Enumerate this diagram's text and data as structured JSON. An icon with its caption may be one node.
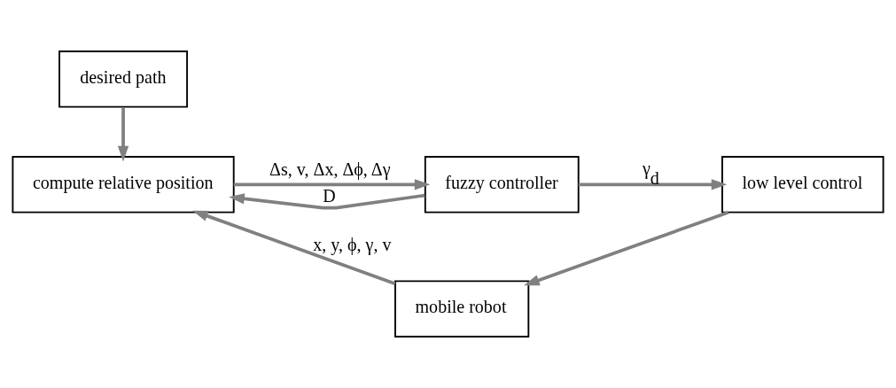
{
  "diagram": {
    "nodes": [
      {
        "text": [
          "desired path"
        ]
      },
      {
        "text": [
          "compute relative position"
        ]
      },
      {
        "text": [
          "fuzzy controller"
        ]
      },
      {
        "text": [
          "low level control"
        ]
      },
      {
        "text": [
          "mobile robot"
        ]
      }
    ],
    "edges": [
      {
        "from": 0,
        "to": 1,
        "arrow": "to"
      },
      {
        "from": 1,
        "to": 2,
        "arrow": "to",
        "label": "Δs, v, Δx, Δϕ, Δγ"
      },
      {
        "from": 2,
        "to": 1,
        "arrow": "to",
        "label": "D"
      },
      {
        "from": 2,
        "to": 3,
        "arrow": "to",
        "label": "γ$_{d}$"
      },
      {
        "from": 3,
        "to": 4,
        "arrow": "to"
      },
      {
        "from": 4,
        "to": 1,
        "arrow": "to",
        "label": "x, y, ϕ, γ, v"
      }
    ]
  }
}
